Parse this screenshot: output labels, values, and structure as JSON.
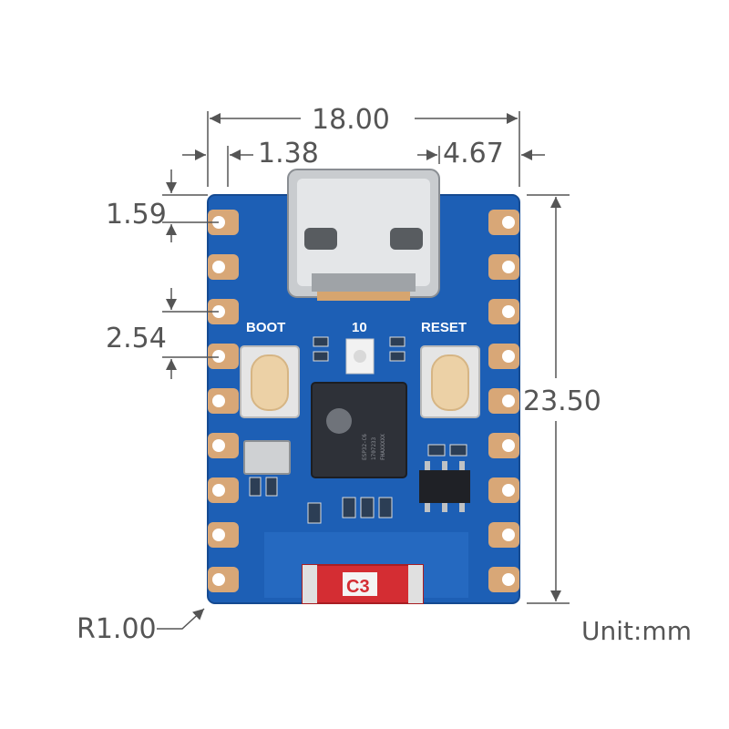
{
  "dimensions": {
    "overall_width": "18.00",
    "left_offset": "1.38",
    "right_offset": "4.67",
    "top_pin_offset": "1.59",
    "pin_pitch": "2.54",
    "board_height": "23.50",
    "corner_radius": "R1.00"
  },
  "unit": "Unit:mm",
  "silkscreen": {
    "boot": "BOOT",
    "reset": "RESET",
    "led": "10"
  },
  "chip": {
    "lines": [
      "ESP32-C6",
      "1707233",
      "FHAXXXXX"
    ]
  },
  "antenna": {
    "label": "C3"
  },
  "pcb": {
    "board_color": "#1d5fb5",
    "pad_color": "#d8a777",
    "antenna_color": "#d42d33",
    "dimension_color": "#555555",
    "castellated_pins_per_side": 9
  }
}
